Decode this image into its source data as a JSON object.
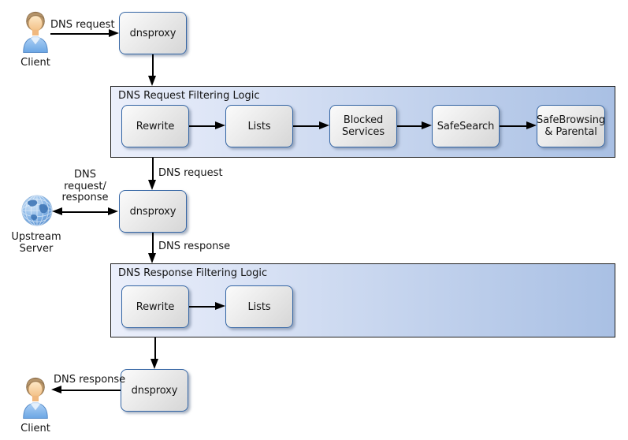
{
  "diagram": {
    "colors": {
      "node_border": "#3465a4",
      "node_fill_start": "#fbfbfb",
      "node_fill_end": "#d6d6d6",
      "node_shadow": "rgba(100,118,145,0.55)",
      "container_border": "#1f1f1f",
      "container_fill_start": "#ebeffb",
      "container_fill_end": "#a9c0e4",
      "arrow": "#000000"
    },
    "actors": {
      "client_top": {
        "label": "Client",
        "icon": "person-icon"
      },
      "client_bottom": {
        "label": "Client",
        "icon": "person-icon"
      },
      "upstream_server": {
        "label_lines": [
          "Upstream",
          "Server"
        ],
        "icon": "globe-icon"
      }
    },
    "nodes": {
      "dnsproxy_top": {
        "label": "dnsproxy"
      },
      "dnsproxy_middle": {
        "label": "dnsproxy"
      },
      "dnsproxy_bottom": {
        "label": "dnsproxy"
      }
    },
    "containers": {
      "request": {
        "title": "DNS Request Filtering Logic",
        "steps": [
          "Rewrite",
          "Lists",
          "Blocked Services",
          "SafeSearch",
          "SafeBrowsing & Parental"
        ]
      },
      "response": {
        "title": "DNS Response Filtering Logic",
        "steps": [
          "Rewrite",
          "Lists"
        ]
      }
    },
    "edge_labels": {
      "client_to_dnsproxy": "DNS request",
      "filter_to_dnsproxy": "DNS request",
      "upstream_link_lines": [
        "DNS",
        "request/",
        "response"
      ],
      "proxy_to_response_filter": "DNS response",
      "proxy_to_client": "DNS response"
    }
  }
}
